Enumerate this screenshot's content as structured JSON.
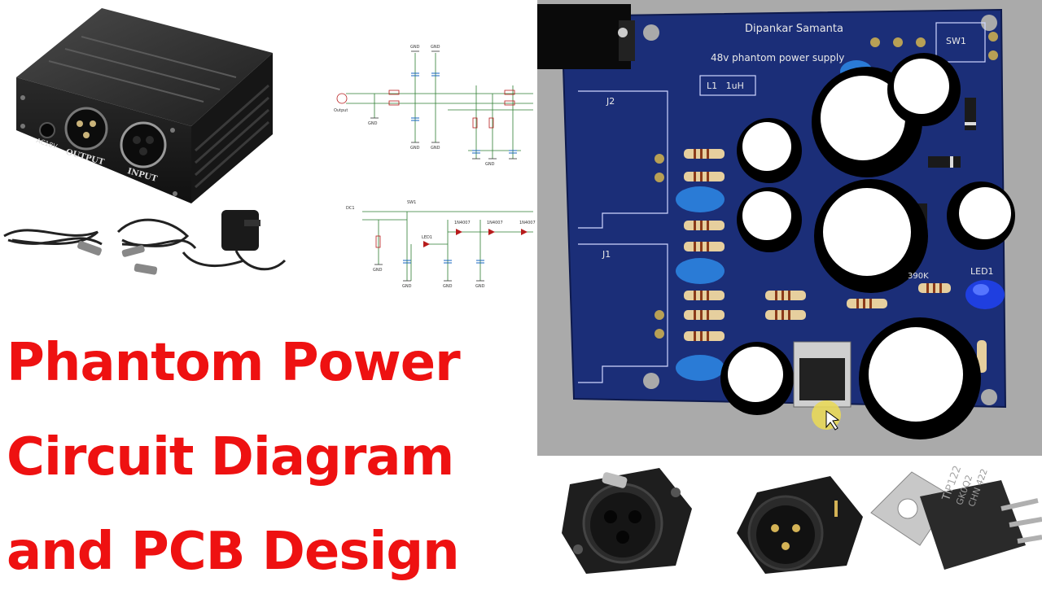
{
  "title": {
    "line1": "Phantom Power",
    "line2": "Circuit Diagram",
    "line3": "and PCB Design"
  },
  "product_photo": {
    "port_ac": "AC18V",
    "port_output": "OUTPUT",
    "port_input": "INPUT"
  },
  "schematic": {
    "labels": [
      "GND",
      "GND",
      "Output",
      "GND",
      "GND",
      "GND",
      "GND",
      "DC1",
      "SW1",
      "LED1",
      "GND",
      "GND",
      "GND",
      "GND",
      "1N4007",
      "1N4007",
      "1N4007"
    ]
  },
  "pcb": {
    "author": "Dipankar Samanta",
    "board_title": "48v phantom power supply",
    "inductor": "L1   1uH",
    "switch": "SW1",
    "jack_top": "J2",
    "jack_bottom": "J1",
    "resistor_label": "390K",
    "led_label": "LED1"
  },
  "regulator_part": {
    "line1": "TIP122",
    "line2": "GK0Q2",
    "line3": "CHN 422"
  }
}
